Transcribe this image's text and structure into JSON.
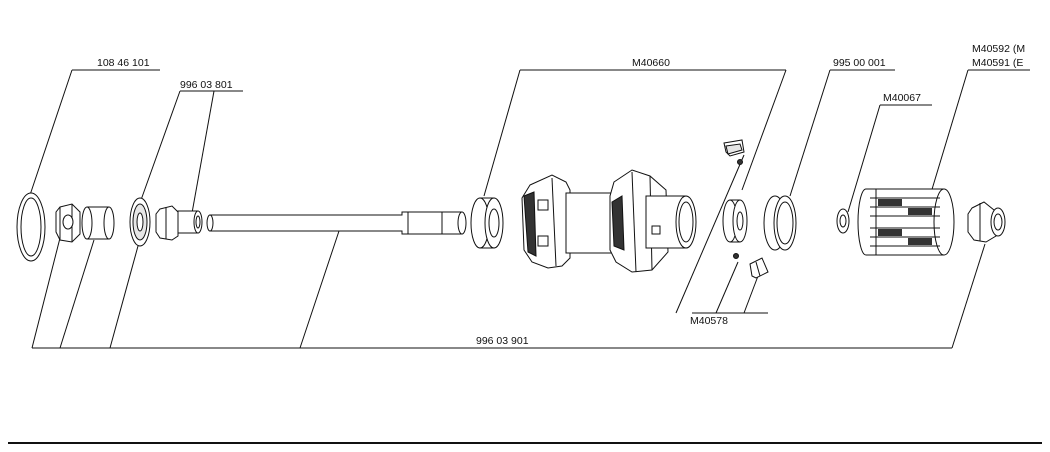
{
  "labels": {
    "p1": "108 46 101",
    "p2": "996 03 801",
    "p3": "M40660",
    "p4": "995 00 001",
    "p5": "M40067",
    "p6a": "M40592 (M",
    "p6b": "M40591 (E",
    "p7": "M40578",
    "p8": "996 03 901"
  },
  "colors": {
    "line": "#111111",
    "fill": "#ffffff",
    "shade": "#e6e6e6",
    "dark": "#333333"
  }
}
